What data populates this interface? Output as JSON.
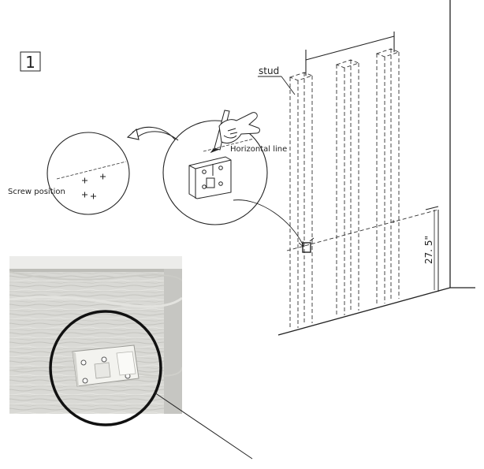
{
  "step_number": "1",
  "labels": {
    "stud": "stud",
    "horizontal_line": "Horizontal line",
    "screw_position": "Screw position",
    "height_dimension": "27. 5\""
  },
  "photo": {
    "description_hidden": true
  },
  "colors": {
    "line": "#222222",
    "wall_wood": "#dcdcd8",
    "bracket": "#f2f2ee"
  }
}
